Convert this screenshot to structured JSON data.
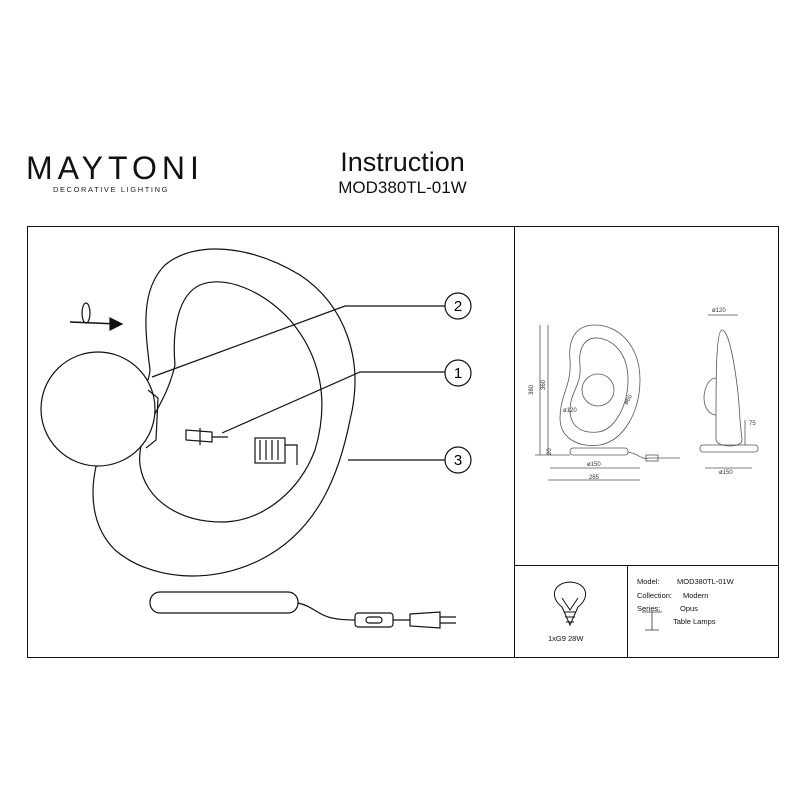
{
  "brand": {
    "name": "MAYTONI",
    "tagline": "DECORATIVE LIGHTING"
  },
  "header": {
    "title": "Instruction",
    "model": "MOD380TL-01W"
  },
  "callouts": [
    "2",
    "1",
    "3"
  ],
  "dimensions": {
    "height_total": "380",
    "height_body": "360",
    "base_height": "20",
    "shade_diameter": "ø120",
    "ring_width": "ø60",
    "base_diameter_front": "ø150",
    "width_total": "265",
    "top_diameter_side": "ø120",
    "side_height": "75",
    "base_diameter_side": "ø150"
  },
  "bulb": {
    "label": "1xG9 28W"
  },
  "specs": {
    "model_label": "Model:",
    "model_value": "MOD380TL-01W",
    "collection_label": "Collection:",
    "collection_value": "Modern",
    "series_label": "Series:",
    "series_value": "Opus",
    "type_value": "Table Lamps"
  }
}
